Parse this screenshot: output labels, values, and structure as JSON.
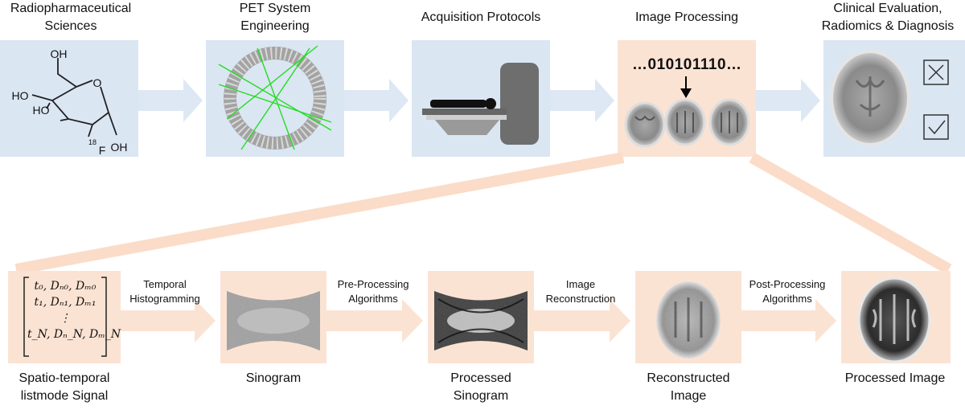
{
  "top_stages": [
    {
      "label": "Radiopharmaceutical\nSciences"
    },
    {
      "label": "PET System\nEngineering"
    },
    {
      "label": "Acquisition Protocols"
    },
    {
      "label": "Image Processing"
    },
    {
      "label": "Clinical Evaluation,\nRadiomics & Diagnosis"
    }
  ],
  "molecule": {
    "groups": [
      "OH",
      "HO",
      "HO",
      "O",
      "18",
      "F",
      "OH"
    ]
  },
  "image_processing": {
    "bits": "…010101110…"
  },
  "bottom_stages": [
    {
      "label": "Spatio-temporal\nlistmode Signal"
    },
    {
      "label": "Sinogram"
    },
    {
      "label": "Processed\nSinogram"
    },
    {
      "label": "Reconstructed\nImage"
    },
    {
      "label": "Processed Image"
    }
  ],
  "bottom_arrows": [
    {
      "label": "Temporal\nHistogramming"
    },
    {
      "label": "Pre-Processing\nAlgorithms"
    },
    {
      "label": "Image\nReconstruction"
    },
    {
      "label": "Post-Processing\nAlgorithms"
    }
  ],
  "listmode_matrix": {
    "rows": [
      "t₀, Dₙ₀, Dₘ₀",
      "t₁, Dₙ₁, Dₘ₁",
      "⋮",
      "t_N, Dₙ_N, Dₘ_N"
    ]
  },
  "colors": {
    "blue_panel": "#dbe6f3",
    "orange_panel": "#fbe3d3",
    "arrow_blue": "#dde8f4",
    "arrow_orange": "#fbe3d3",
    "laser_green": "#22dd22",
    "scanner_gray": "#6e6e6e"
  }
}
